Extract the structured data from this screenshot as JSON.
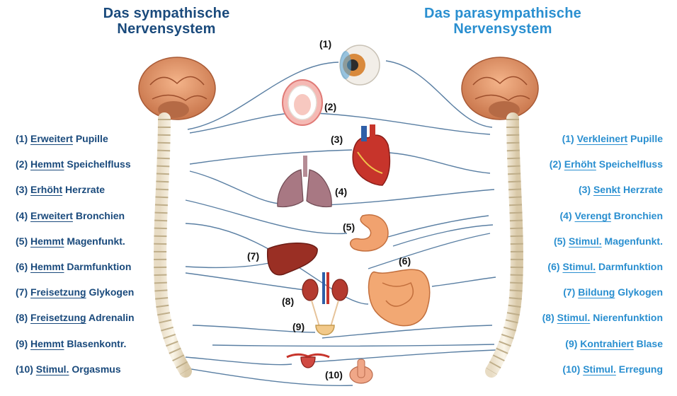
{
  "sympathetic": {
    "title_line1": "Das sympathische",
    "title_line2": "Nervensystem",
    "items": [
      {
        "num": "(1)",
        "keyword": "Erweitert",
        "rest": "Pupille"
      },
      {
        "num": "(2)",
        "keyword": "Hemmt",
        "rest": "Speichelfluss"
      },
      {
        "num": "(3)",
        "keyword": "Erhöht",
        "rest": "Herzrate"
      },
      {
        "num": "(4)",
        "keyword": "Erweitert",
        "rest": "Bronchien"
      },
      {
        "num": "(5)",
        "keyword": "Hemmt",
        "rest": "Magenfunkt."
      },
      {
        "num": "(6)",
        "keyword": "Hemmt",
        "rest": "Darmfunktion"
      },
      {
        "num": "(7)",
        "keyword": "Freisetzung",
        "rest": "Glykogen"
      },
      {
        "num": "(8)",
        "keyword": "Freisetzung",
        "rest": "Adrenalin"
      },
      {
        "num": "(9)",
        "keyword": "Hemmt",
        "rest": "Blasenkontr."
      },
      {
        "num": "(10)",
        "keyword": "Stimul.",
        "rest": "Orgasmus"
      }
    ]
  },
  "parasympathetic": {
    "title_line1": "Das parasympathische",
    "title_line2": "Nervensystem",
    "items": [
      {
        "num": "(1)",
        "keyword": "Verkleinert",
        "rest": "Pupille"
      },
      {
        "num": "(2)",
        "keyword": "Erhöht",
        "rest": "Speichelfluss"
      },
      {
        "num": "(3)",
        "keyword": "Senkt",
        "rest": "Herzrate"
      },
      {
        "num": "(4)",
        "keyword": "Verengt",
        "rest": "Bronchien"
      },
      {
        "num": "(5)",
        "keyword": "Stimul.",
        "rest": "Magenfunkt."
      },
      {
        "num": "(6)",
        "keyword": "Stimul.",
        "rest": "Darmfunktion"
      },
      {
        "num": "(7)",
        "keyword": "Bildung",
        "rest": "Glykogen"
      },
      {
        "num": "(8)",
        "keyword": "Stimul.",
        "rest": "Nierenfunktion"
      },
      {
        "num": "(9)",
        "keyword": "Kontrahiert",
        "rest": "Blase"
      },
      {
        "num": "(10)",
        "keyword": "Stimul.",
        "rest": "Erregung"
      }
    ]
  },
  "organ_labels": {
    "eye": "(1)",
    "mouth": "(2)",
    "heart": "(3)",
    "lungs": "(4)",
    "stomach": "(5)",
    "intestine": "(6)",
    "liver": "(7)",
    "kidneys": "(8)",
    "bladder": "(9)",
    "genitals": "(10)"
  },
  "colors": {
    "sympathetic": "#1a4a7c",
    "parasympathetic": "#2a8fd0",
    "nerve_line": "#5a7fa3"
  }
}
